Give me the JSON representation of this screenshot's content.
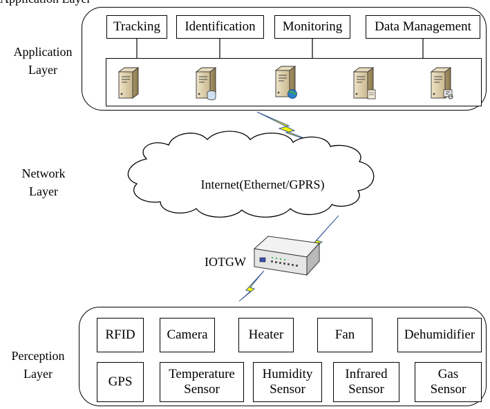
{
  "top_clipped_text": "Application Layer",
  "application": {
    "label_line1": "Application",
    "label_line2": "Layer",
    "functions": [
      "Tracking",
      "Identification",
      "Monitoring",
      "Data Management"
    ],
    "server_icons": [
      "server-icon",
      "server-database-icon",
      "server-globe-icon",
      "server-document-icon",
      "server-sync-icon"
    ]
  },
  "network": {
    "label_line1": "Network",
    "label_line2": "Layer",
    "cloud_text": "Internet(Ethernet/GPRS)"
  },
  "gateway": {
    "label": "IOTGW"
  },
  "perception": {
    "label_line1": "Perception",
    "label_line2": "Layer",
    "row1": [
      {
        "line1": "RFID",
        "line2": ""
      },
      {
        "line1": "Camera",
        "line2": ""
      },
      {
        "line1": "Heater",
        "line2": ""
      },
      {
        "line1": "Fan",
        "line2": ""
      },
      {
        "line1": "Dehumidifier",
        "line2": ""
      }
    ],
    "row2": [
      {
        "line1": "GPS",
        "line2": ""
      },
      {
        "line1": "Temperature",
        "line2": "Sensor"
      },
      {
        "line1": "Humidity",
        "line2": "Sensor"
      },
      {
        "line1": "Infrared",
        "line2": "Sensor"
      },
      {
        "line1": "Gas",
        "line2": "Sensor"
      }
    ]
  },
  "colors": {
    "lightning_fill": "#f5f500",
    "lightning_edge": "#3a5a9a",
    "server_body": "#d9c9a3",
    "server_dark": "#8f7a52"
  }
}
